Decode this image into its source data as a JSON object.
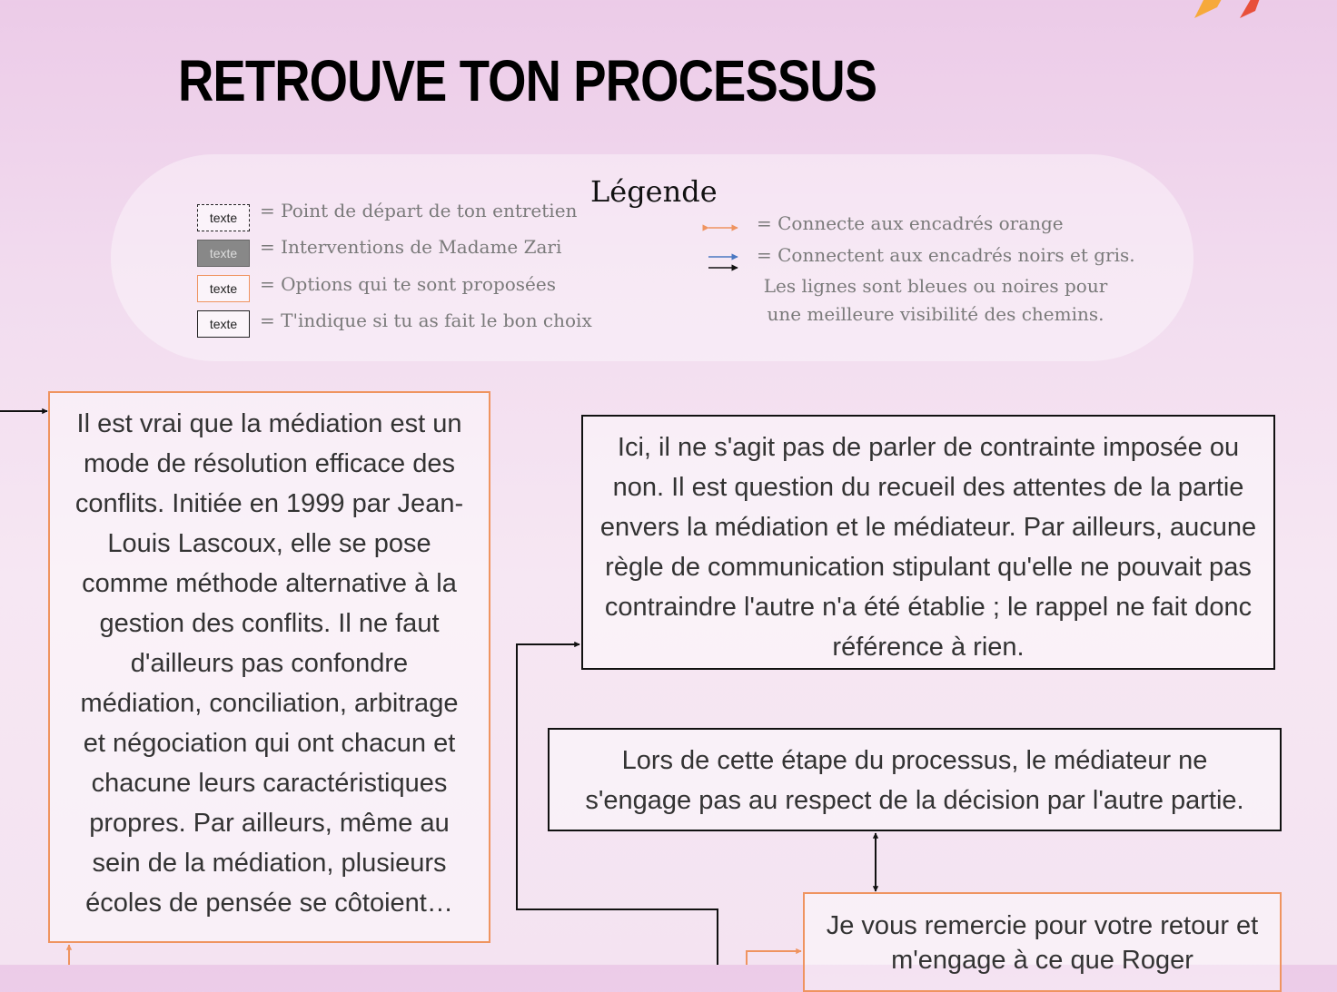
{
  "title": "RETROUVE TON PROCESSUS",
  "legend": {
    "heading": "Légende",
    "swatch_label": "texte",
    "items": [
      "= Point de départ de ton entretien",
      "= Interventions de Madame Zari",
      "= Options qui te sont proposées",
      "= T'indique si tu as fait le bon choix"
    ],
    "arrows": [
      "= Connecte aux encadrés orange",
      "= Connectent aux encadrés noirs et gris."
    ],
    "note_lines": [
      "Les lignes sont bleues ou noires pour",
      "une meilleure visibilité des chemins."
    ]
  },
  "boxes": {
    "intro": "Il est vrai que la médiation est un mode de résolution efficace des conflits. Initiée en 1999 par Jean-Louis Lascoux, elle se pose comme méthode alternative à la gestion des conflits. Il ne faut d'ailleurs pas confondre médiation, conciliation, arbitrage et négociation qui ont chacun et chacune leurs caractéristiques propres. Par ailleurs, même au sein de la médiation, plusieurs écoles de pensée se côtoient…",
    "expect": "Ici, il ne s'agit pas de parler de contrainte imposée ou non. Il est question du recueil des attentes de la partie envers la médiation et le médiateur. Par ailleurs, aucune règle de communication stipulant qu'elle ne pouvait pas contraindre l'autre n'a été établie ; le rappel ne fait donc référence à rien.",
    "step": "Lors de cette étape du processus, le médiateur ne s'engage pas au respect de la décision par l'autre partie.",
    "thanks": "Je vous remercie pour votre retour et m'engage à ce que Roger"
  },
  "colors": {
    "orange": "#ef9460",
    "black": "#111111",
    "blue": "#4a78c2",
    "grey": "#888888"
  }
}
